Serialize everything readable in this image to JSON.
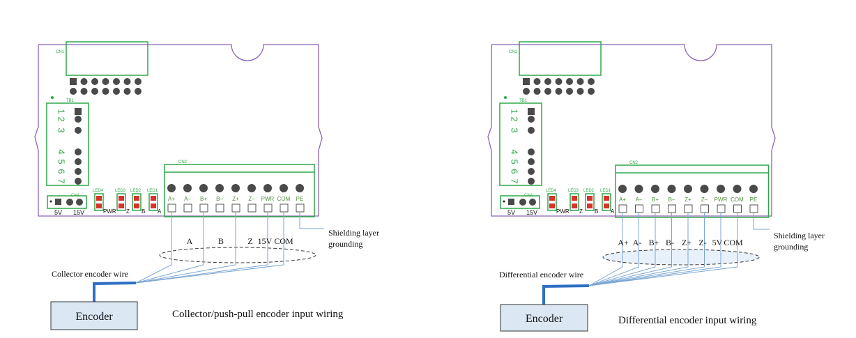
{
  "panels": [
    {
      "board": {
        "cn1": "CN1",
        "tb1": "TB1",
        "cn2": "CN2",
        "cn4": "CN4",
        "tb_numbers": [
          "1",
          "2",
          "3",
          "4",
          "5",
          "6",
          "7"
        ],
        "cn4_labels": [
          "5V",
          "15V"
        ],
        "leds": [
          "LED4",
          "LED3",
          "LED2",
          "LED1"
        ],
        "led_side_labels": [
          "PWR",
          "Z",
          "B",
          "A"
        ],
        "terminals": [
          "A+",
          "A–",
          "B+",
          "B–",
          "Z+",
          "Z–",
          "PWR",
          "COM",
          "PE"
        ]
      },
      "signals": [
        "A",
        "B",
        "Z",
        "15V",
        "COM"
      ],
      "shield_label_line1": "Shielding layer",
      "shield_label_line2": "grounding",
      "wire_label": "Collector encoder wire",
      "encoder_label": "Encoder",
      "caption": "Collector/push-pull encoder input wiring"
    },
    {
      "board": {
        "cn1": "CN1",
        "tb1": "TB1",
        "cn2": "CN2",
        "cn4": "CN4",
        "tb_numbers": [
          "1",
          "2",
          "3",
          "4",
          "5",
          "6",
          "7"
        ],
        "cn4_labels": [
          "5V",
          "15V"
        ],
        "leds": [
          "LED4",
          "LED3",
          "LED2",
          "LED1"
        ],
        "led_side_labels": [
          "PWR",
          "Z",
          "B",
          "A"
        ],
        "terminals": [
          "A+",
          "A–",
          "B+",
          "B–",
          "Z+",
          "Z–",
          "PWR",
          "COM",
          "PE"
        ]
      },
      "signals": [
        "A+",
        "A-",
        "B+",
        "B-",
        "Z+",
        "Z-",
        "5V",
        "COM"
      ],
      "shield_label_line1": "Shielding layer",
      "shield_label_line2": "grounding",
      "wire_label": "Differential encoder wire",
      "encoder_label": "Encoder",
      "caption": "Differential encoder input wiring"
    }
  ]
}
